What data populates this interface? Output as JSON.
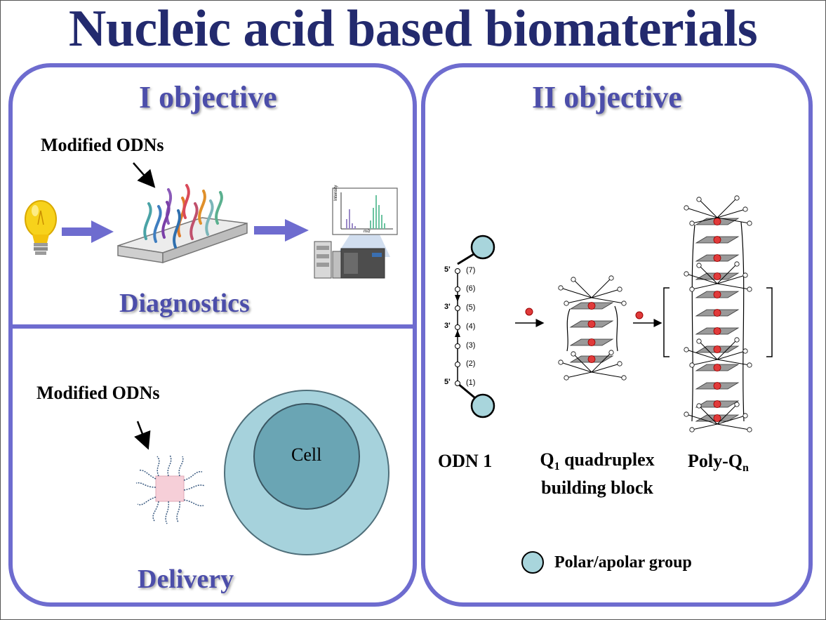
{
  "title": "Nucleic acid based biomaterials",
  "left_panel": {
    "heading": "I objective",
    "top_section": {
      "modified_label": "Modified ODNs",
      "caption": "Diagnostics",
      "spectrum": {
        "ylabel": "Intensity",
        "xlabel": "m/z"
      }
    },
    "bottom_section": {
      "modified_label": "Modified ODNs",
      "cell_label": "Cell",
      "caption": "Delivery"
    }
  },
  "right_panel": {
    "heading": "II objective",
    "odn": {
      "label": "ODN 1",
      "positions": [
        "(7)",
        "(6)",
        "(5)",
        "(4)",
        "(3)",
        "(2)",
        "(1)"
      ],
      "ends": [
        "5'",
        "3'",
        "3'",
        "5'"
      ]
    },
    "q1": {
      "label_main": "Q",
      "label_sub": "1",
      "label_rest": " quadruplex",
      "label_line2": "building block"
    },
    "polyq": {
      "label_main": "Poly-Q",
      "label_sub": "n"
    },
    "legend": {
      "text": "Polar/apolar group"
    }
  },
  "colors": {
    "title": "#232a6e",
    "heading": "#4c4eaa",
    "panel_border": "#6e6ccf",
    "arrow": "#6e6ccf",
    "polar_group": "#a8d5dc",
    "cell_outer": "#a6d2dc",
    "cell_inner": "#6aa5b4",
    "cation": "#e03a3a"
  },
  "icons": [
    "lightbulb-icon",
    "dna-strands-icon",
    "mass-spectrometer-icon",
    "nanoparticle-icon",
    "cell-icon",
    "quadruplex-icon"
  ]
}
